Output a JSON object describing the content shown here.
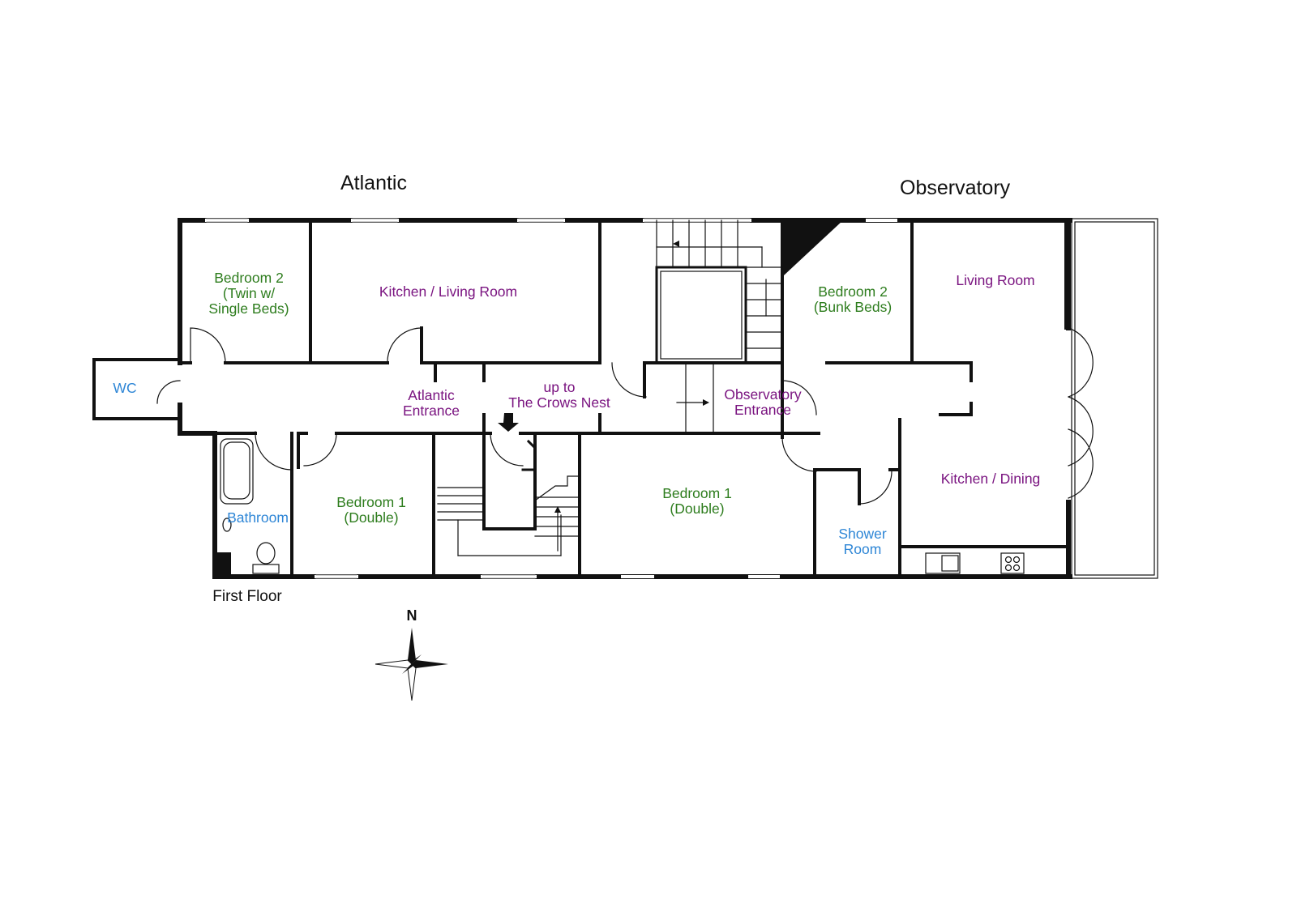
{
  "units": {
    "atlantic": "Atlantic",
    "observatory": "Observatory"
  },
  "floor_label": "First Floor",
  "compass_label": "N",
  "rooms": {
    "atl_bedroom2": [
      "Bedroom 2",
      "(Twin w/",
      "Single Beds)"
    ],
    "atl_kitchen_living": "Kitchen / Living Room",
    "wc": "WC",
    "atl_entrance": [
      "Atlantic",
      "Entrance"
    ],
    "crows_nest": [
      "up to",
      "The Crows Nest"
    ],
    "bathroom": "Bathroom",
    "atl_bedroom1": [
      "Bedroom 1",
      "(Double)"
    ],
    "obs_bedroom1": [
      "Bedroom 1",
      "(Double)"
    ],
    "obs_entrance": [
      "Observatory",
      "Entrance"
    ],
    "obs_bedroom2": [
      "Bedroom 2",
      "(Bunk Beds)"
    ],
    "obs_living": "Living Room",
    "obs_kitchen_dining": "Kitchen / Dining",
    "shower": [
      "Shower",
      "Room"
    ]
  },
  "colors": {
    "bedroom": "#2e7d1e",
    "living": "#7a1480",
    "wet_room": "#2e86d6",
    "wall": "#111111"
  }
}
